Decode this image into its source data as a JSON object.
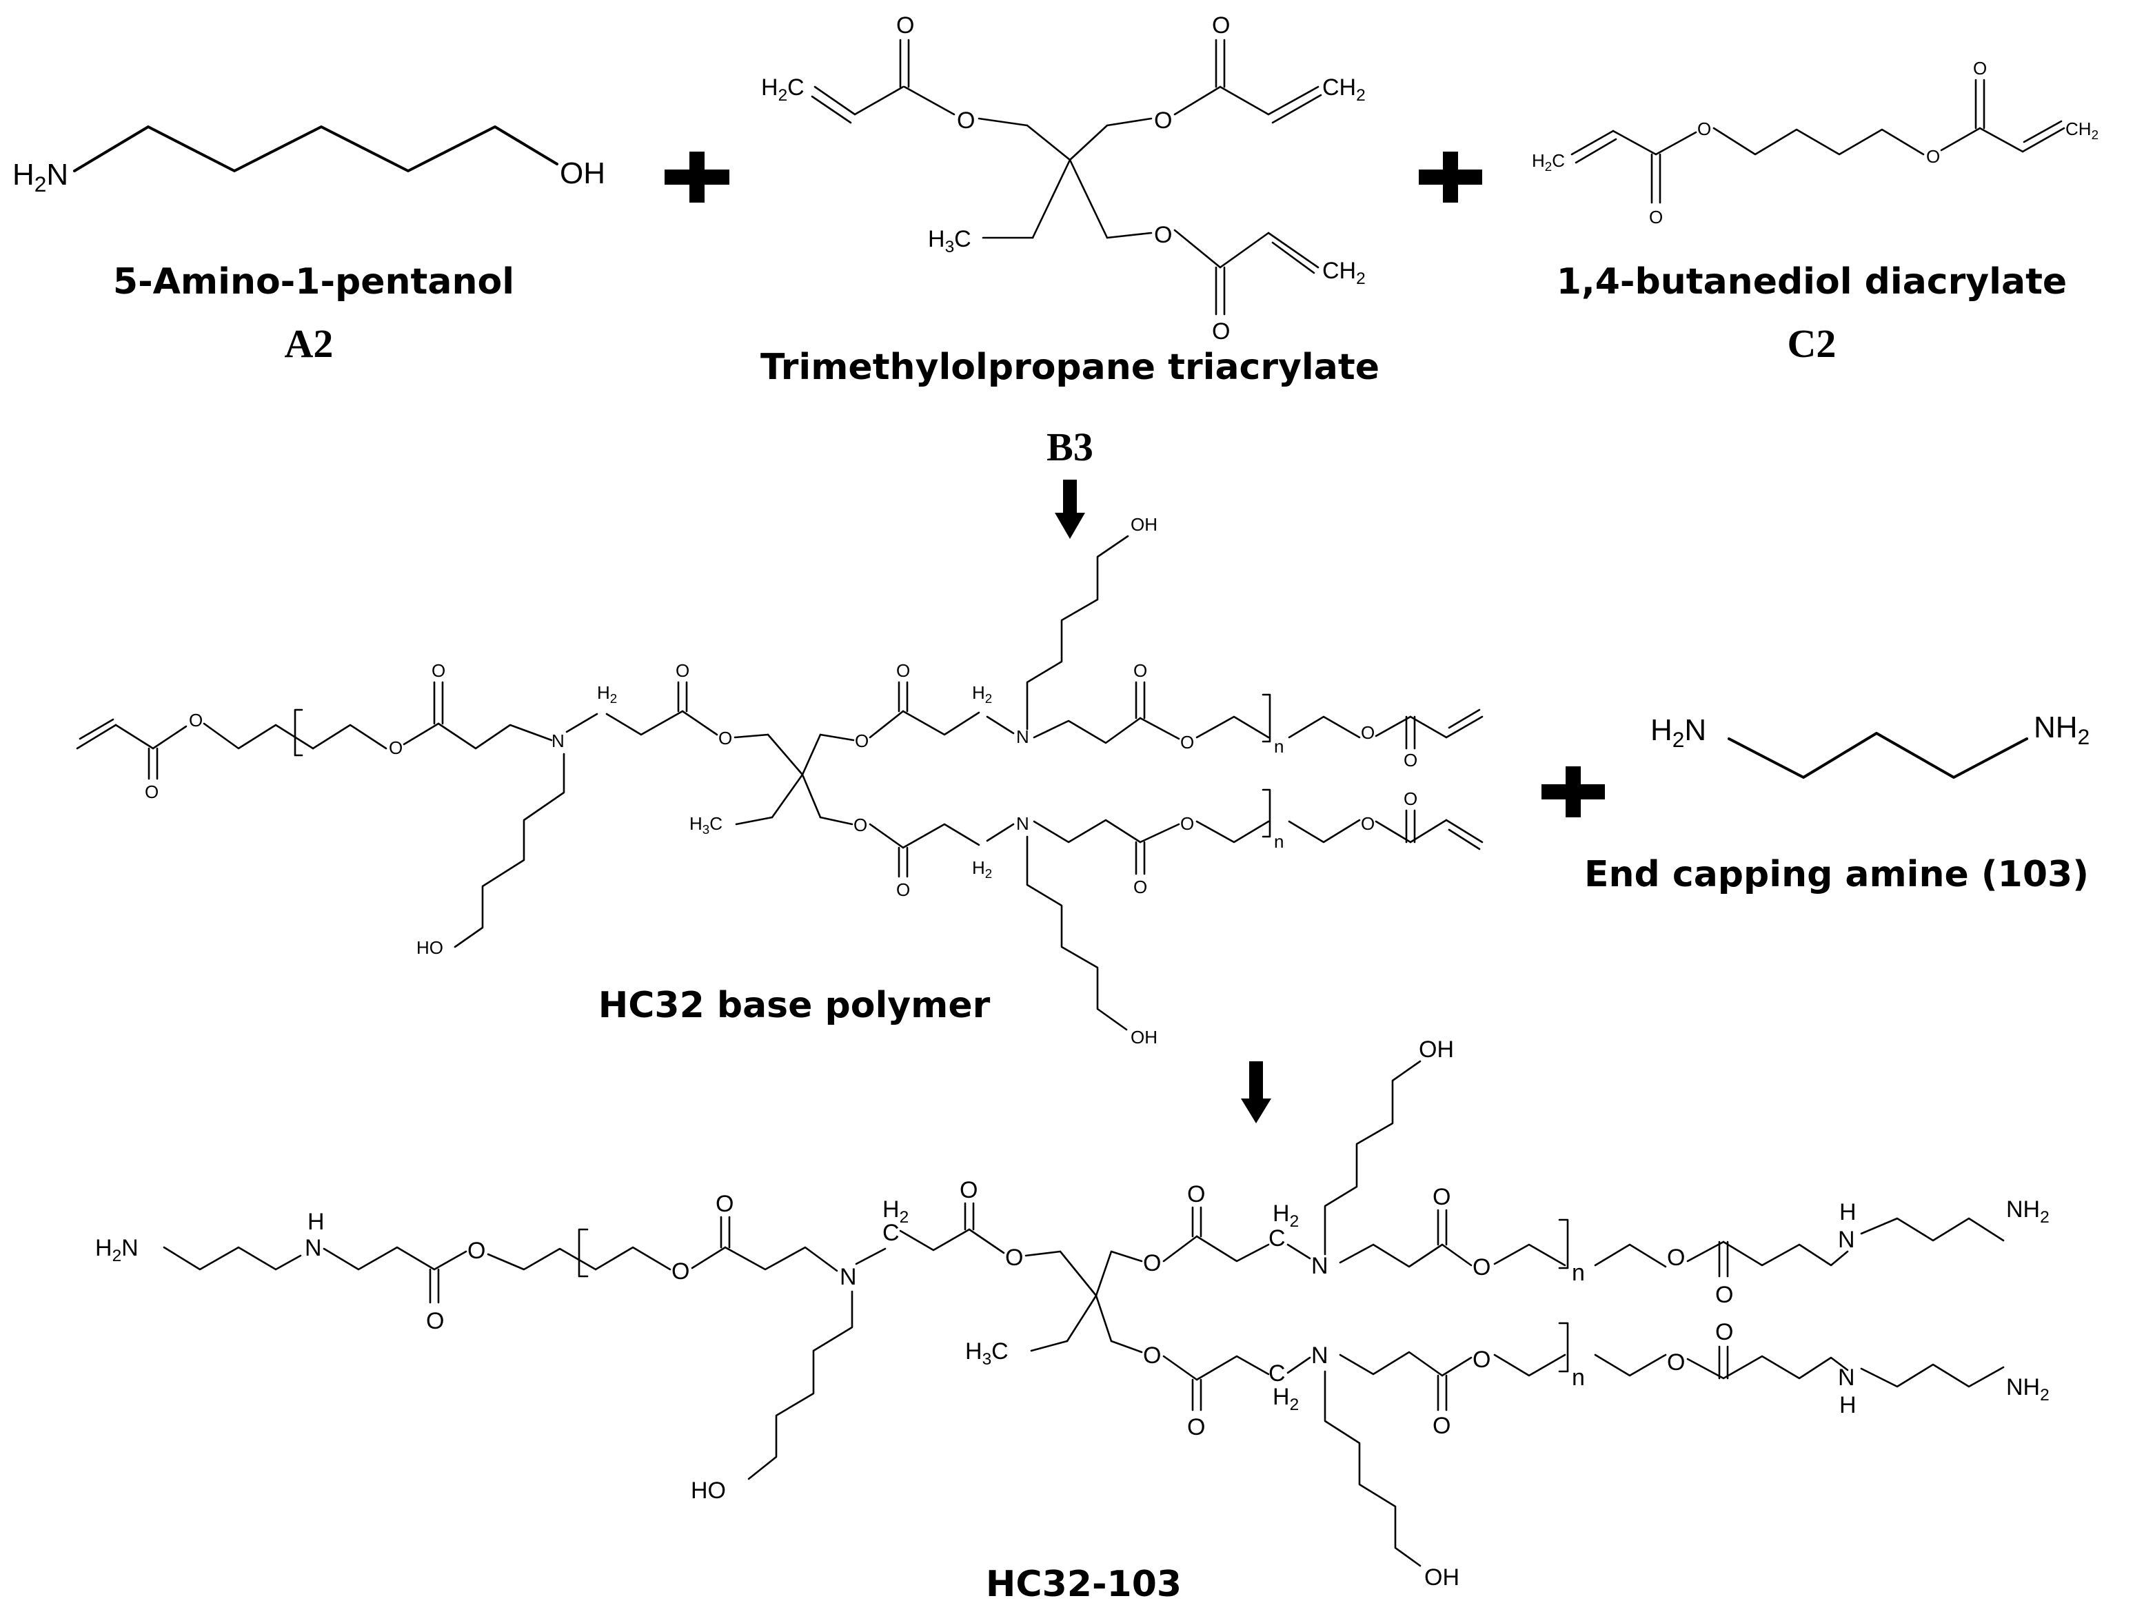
{
  "reactants": {
    "a2": {
      "name": "5-Amino-1-pentanol",
      "code": "A2"
    },
    "b3": {
      "name": "Trimethylolpropane triacrylate",
      "code": "B3"
    },
    "c2": {
      "name": "1,4-butanediol diacrylate",
      "code": "C2"
    }
  },
  "intermediate": {
    "name": "HC32 base polymer"
  },
  "end_cap": {
    "name": "End capping amine (103)"
  },
  "product": {
    "name": "HC32-103"
  },
  "atoms": {
    "oh": "OH",
    "ho": "HO",
    "o": "O",
    "n": "N",
    "h": "H",
    "c": "C",
    "h2c": "H",
    "h3c": "H",
    "nh2": "NH",
    "h2n": "H",
    "ch2": "CH",
    "repeat": "n",
    "sub2": "2",
    "sub3": "3"
  }
}
